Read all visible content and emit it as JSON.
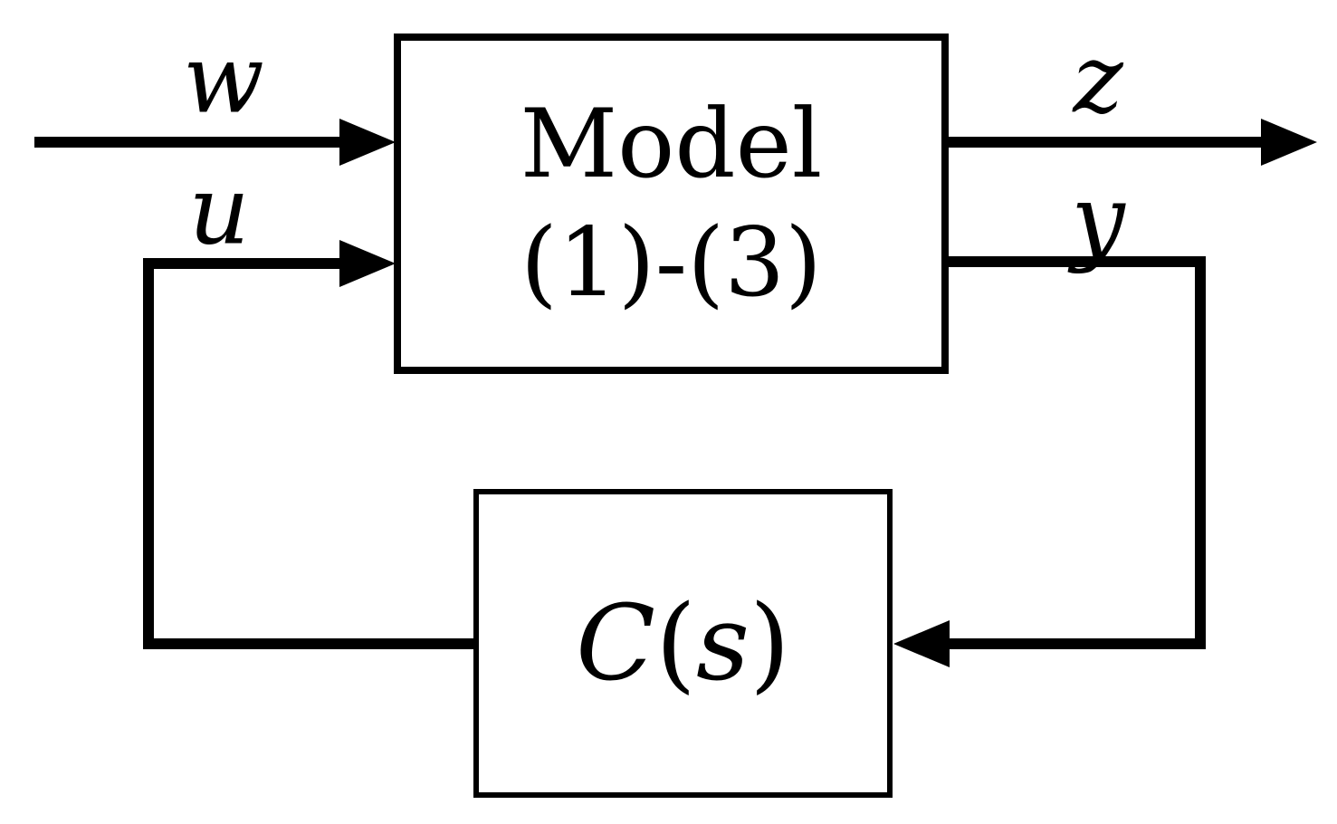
{
  "diagram": {
    "type": "control-feedback-block-diagram",
    "background_color": "#ffffff",
    "line_color": "#000000",
    "blocks": {
      "model": {
        "line1": "Model",
        "line2": "(1)-(3)"
      },
      "controller": {
        "label": "C(s)",
        "func": "C",
        "open_paren": "(",
        "arg": "s",
        "close_paren": ")"
      }
    },
    "signals": {
      "w": "w",
      "u": "u",
      "z": "z",
      "y": "y"
    }
  }
}
